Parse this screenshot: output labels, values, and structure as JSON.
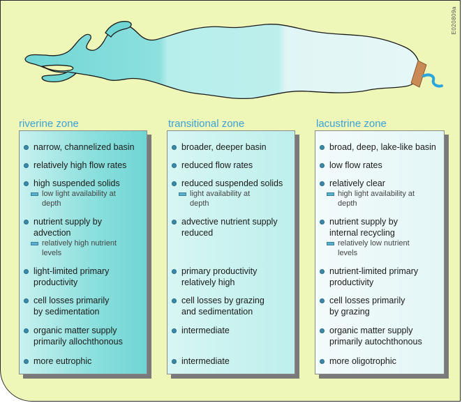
{
  "figure_id": "E020809a",
  "colors": {
    "zone_title": "#3aa1d8",
    "background": "#eef6b8",
    "riverine": "#8ee0de",
    "transitional": "#bdefec",
    "lacustrine": "#e3f6f6",
    "dam": "#c98a55",
    "inflow": "#2aa6dc"
  },
  "zones": [
    {
      "title": "riverine zone",
      "items": [
        {
          "text": "narrow, channelized basin"
        },
        {
          "text": "relatively high flow rates"
        },
        {
          "text": "high suspended solids",
          "sub": [
            "low light availability at",
            "depth"
          ]
        },
        {
          "text": [
            "nutrient supply by",
            "advection"
          ],
          "sub": [
            "relatively high nutrient",
            "levels"
          ]
        },
        {
          "text": [
            "light-limited primary",
            "productivity"
          ]
        },
        {
          "text": [
            "cell losses primarily",
            "by sedimentation"
          ]
        },
        {
          "text": [
            "organic matter supply",
            "primarily allochthonous"
          ]
        },
        {
          "text": "more eutrophic"
        }
      ]
    },
    {
      "title": "transitional zone",
      "items": [
        {
          "text": "broader, deeper basin"
        },
        {
          "text": "reduced flow rates"
        },
        {
          "text": "reduced suspended solids",
          "sub": [
            "light availability at",
            "depth"
          ]
        },
        {
          "text": [
            "advective nutrient supply",
            "reduced"
          ]
        },
        {
          "text": [
            "primary productivity",
            "relatively high"
          ]
        },
        {
          "text": [
            "cell losses by grazing",
            "and sedimentation"
          ]
        },
        {
          "text": "intermediate"
        },
        {
          "text": "intermediate"
        }
      ]
    },
    {
      "title": "lacustrine zone",
      "items": [
        {
          "text": "broad, deep, lake-like basin"
        },
        {
          "text": "low flow rates"
        },
        {
          "text": "relatively clear",
          "sub": [
            "high light availability at",
            "depth"
          ]
        },
        {
          "text": [
            "nutrient supply by",
            "internal recycling"
          ],
          "sub": [
            "relatively low nutrient",
            "levels"
          ]
        },
        {
          "text": [
            "nutrient-limited primary",
            "productivity"
          ]
        },
        {
          "text": [
            "cell losses primarily",
            "by grazing"
          ]
        },
        {
          "text": [
            "organic matter supply",
            "primarily autochthonous"
          ]
        },
        {
          "text": "more oligotrophic"
        }
      ]
    }
  ]
}
